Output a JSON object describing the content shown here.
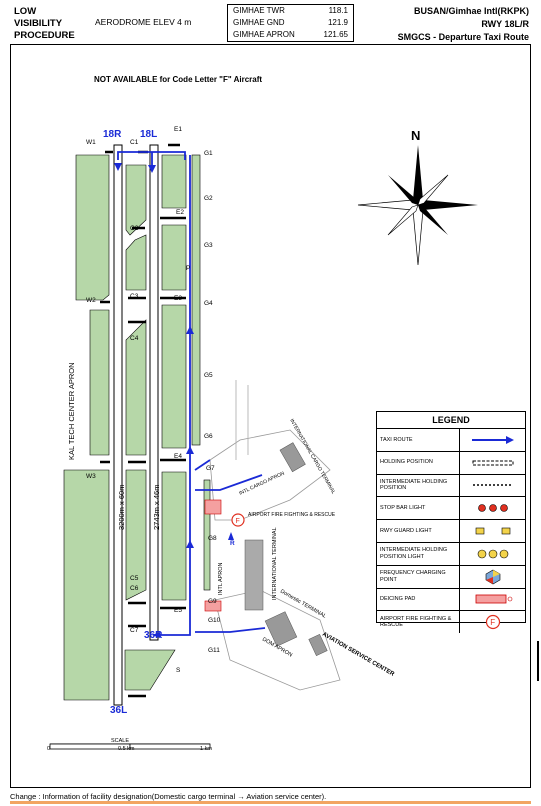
{
  "header": {
    "procedure": [
      "LOW",
      "VISIBILITY",
      "PROCEDURE"
    ],
    "elevation": "AERODROME ELEV 4 m",
    "frequencies": [
      {
        "name": "GIMHAE TWR",
        "value": "118.1"
      },
      {
        "name": "GIMHAE GND",
        "value": "121.9"
      },
      {
        "name": "GIMHAE APRON",
        "value": "121.65"
      }
    ],
    "airport": "BUSAN/Gimhae Intl(RKPK)",
    "runway": "RWY 18L/R",
    "chart_title": "SMGCS - Departure Taxi Route"
  },
  "note": "NOT AVAILABLE for Code Letter \"F\" Aircraft",
  "map_labels": {
    "rwy_18r": "18R",
    "rwy_18l": "18L",
    "rwy_36r": "36R",
    "rwy_36l": "36L",
    "north": "N",
    "kal_apron": "KAL TECH CENTER APRON",
    "rwy_dim_w": "3200m x 60m",
    "rwy_dim_e": "2743m x 46m",
    "taxiways": [
      "W1",
      "C1",
      "E1",
      "G1",
      "G2",
      "C2",
      "E2",
      "G3",
      "C3",
      "E3",
      "G4",
      "W2",
      "C4",
      "G5",
      "G6",
      "E4",
      "G7",
      "W3",
      "G8",
      "C5",
      "E5",
      "G9",
      "C6",
      "G10",
      "C7",
      "G11",
      "S",
      "P",
      "R"
    ],
    "fire_station": "AIRPORT FIRE FIGHTING & RESCUE",
    "intl_cargo_terminal": "INTERNATIONAL CARGO TERMINAL",
    "intl_cargo_apron": "INTL CARGO APRON",
    "intl_apron": "INTL APRON",
    "intl_terminal": "INTERNATIONAL TERMINAL",
    "domestic_terminal": "Domestic TERMINAL",
    "dom_apron": "DOM APRON",
    "aviation_service": "AVIATION SERVICE CENTER"
  },
  "legend": {
    "title": "LEGEND",
    "items": [
      {
        "label": "TAXI ROUTE",
        "icon": "arrow-icon"
      },
      {
        "label": "HOLDING POSITION",
        "icon": "holding-position-icon"
      },
      {
        "label": "INTERMEDIATE HOLDING POSITION",
        "icon": "intermediate-holding-icon"
      },
      {
        "label": "STOP BAR LIGHT",
        "icon": "stop-bar-light-icon"
      },
      {
        "label": "RWY GUARD LIGHT",
        "icon": "guard-light-icon"
      },
      {
        "label": "INTERMEDIATE HOLDING POSITION LIGHT",
        "icon": "holding-light-icon"
      },
      {
        "label": "FREQUENCY CHARGING POINT",
        "icon": "charging-point-icon"
      },
      {
        "label": "DEICING PAD",
        "icon": "deicing-pad-icon"
      },
      {
        "label": "AIRPORT FIRE FIGHTING & RESCUE",
        "icon": "fire-rescue-icon"
      }
    ]
  },
  "scale": {
    "title": "SCALE",
    "labels": [
      "0",
      "0.5 km",
      "1 km"
    ]
  },
  "footer": "Change : Information of facility designation(Domestic cargo terminal → Aviation service center).",
  "colors": {
    "ground": "#b6d7a8",
    "route": "#1a2ad6",
    "deice": "#f4a0a0",
    "fire": "#e03020"
  }
}
